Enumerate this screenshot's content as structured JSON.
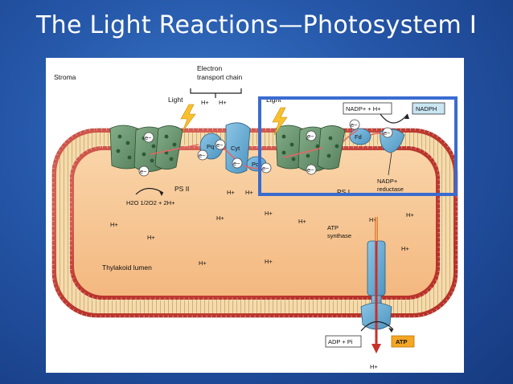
{
  "slide": {
    "title": "The Light Reactions—Photosystem I"
  },
  "diagram": {
    "region_stroma": "Stroma",
    "region_lumen": "Thylakoid lumen",
    "etc_label_line1": "Electron",
    "etc_label_line2": "transport chain",
    "light_left": "Light",
    "light_right": "Light",
    "ps2_label": "PS II",
    "ps1_label": "PS I",
    "pq_label": "Pq",
    "cyt_label": "Cyt",
    "pc_label": "Pc",
    "fd_label": "Fd",
    "electron": "e−",
    "proton": "H+",
    "water_split": "H2O  1/2O2 + 2H+",
    "nadp_input": "NADP+ + H+",
    "nadph_output": "NADPH",
    "nadp_reductase_line1": "NADP+",
    "nadp_reductase_line2": "reductase",
    "atp_synthase_line1": "ATP",
    "atp_synthase_line2": "synthase",
    "adp_input": "ADP + Pi",
    "atp_output": "ATP",
    "colors": {
      "slide_blue": "#2556a8",
      "lumen": "#f7c89a",
      "membrane_head": "#d9473a",
      "photosystem": "#6f9a75",
      "carrier": "#6ab0d8",
      "highlight_box": "#3a6bd0",
      "atp_box": "#f5a623",
      "light_bolt": "#f8c12c"
    }
  }
}
